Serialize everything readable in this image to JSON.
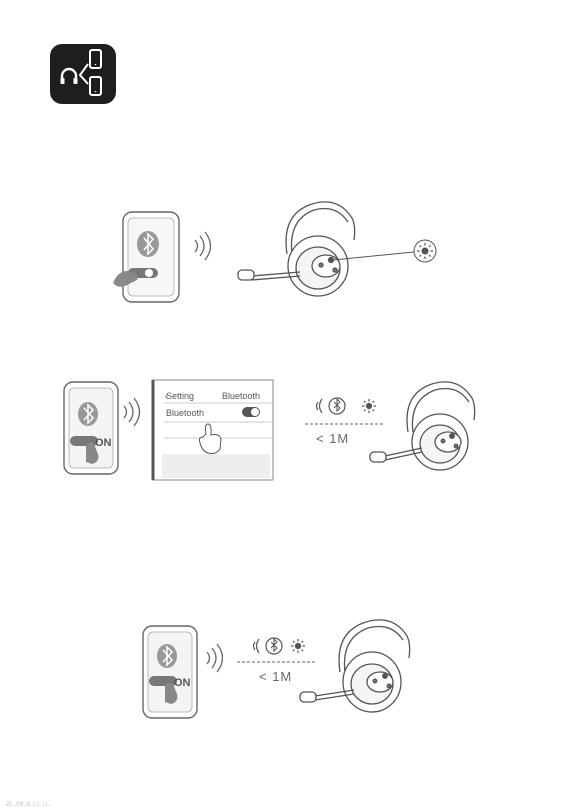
{
  "panel2": {
    "settings_back_label": "Setting",
    "settings_title": "Bluetooth",
    "bluetooth_row_label": "Bluetooth",
    "toggle_state": "ON",
    "distance_label": "< 1M"
  },
  "panel3": {
    "toggle_state": "ON",
    "distance_label": "< 1M"
  },
  "footer": {
    "text": "Zl...!!llt..lt..l:.l..!.l..."
  },
  "colors": {
    "tile": "#1e1e1e",
    "line": "#555555",
    "screen_bg": "#eeeeee"
  }
}
